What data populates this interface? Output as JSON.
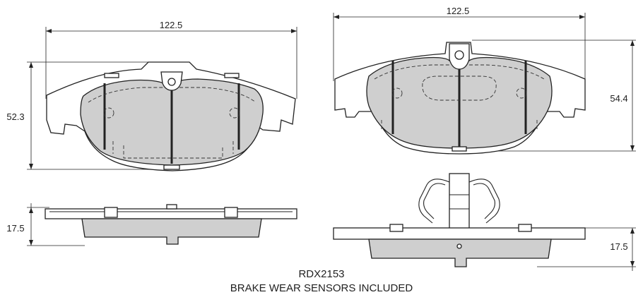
{
  "dimensions": {
    "left_pad_width": "122.5",
    "left_pad_height": "52.3",
    "right_pad_width": "122.5",
    "right_pad_height": "54.4",
    "left_pad_thickness": "17.5",
    "right_pad_thickness": "17.5"
  },
  "caption": {
    "part_number": "RDX2153",
    "note": "BRAKE WEAR SENSORS INCLUDED"
  },
  "colors": {
    "friction_material": "#cfcfcf",
    "outline": "#222222",
    "background": "#ffffff"
  }
}
